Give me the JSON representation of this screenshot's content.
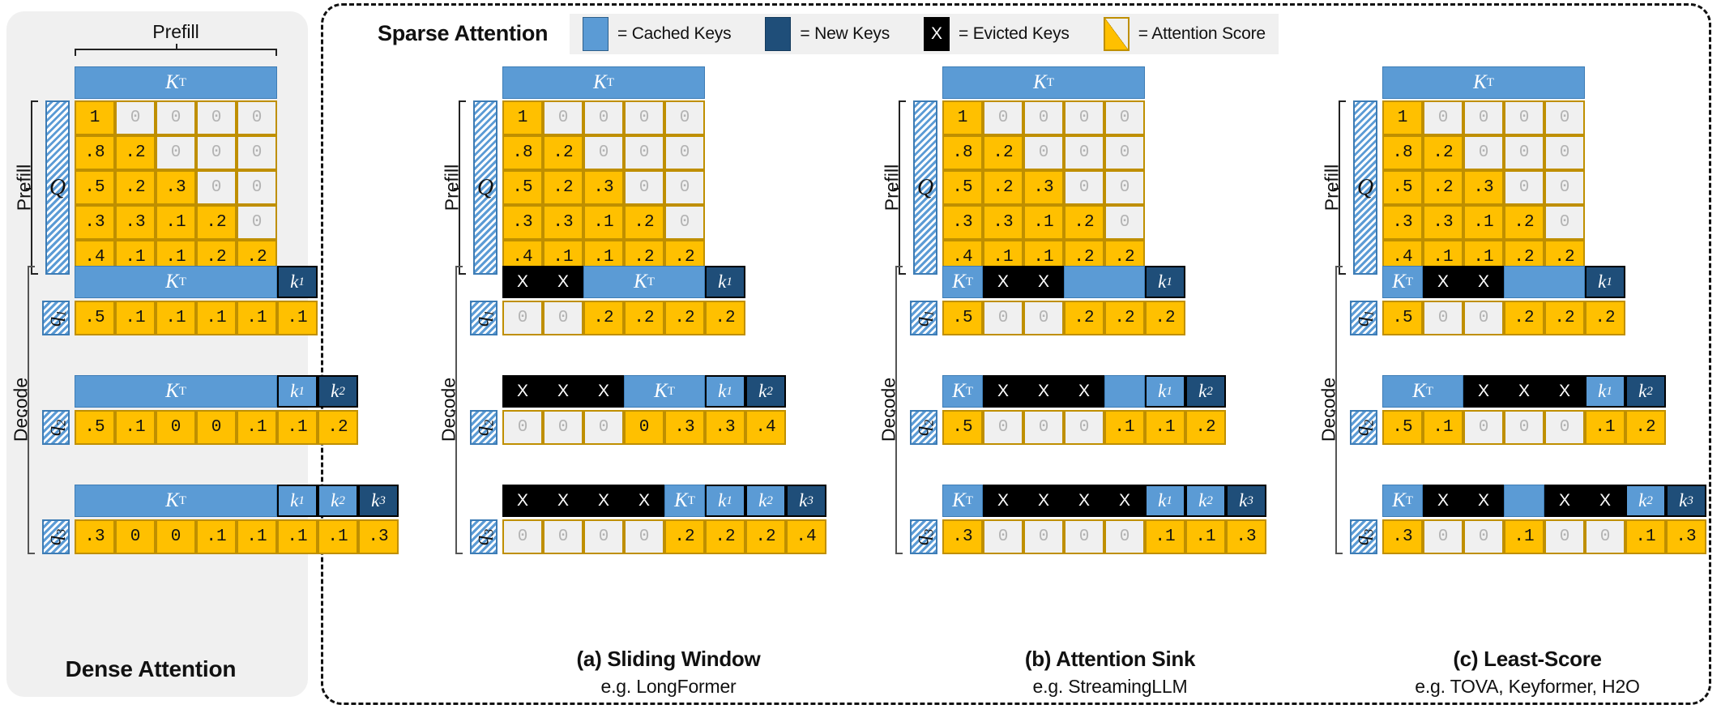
{
  "legend": {
    "title": "Sparse Attention",
    "items": [
      {
        "icon": "cached-keys-swatch",
        "label": "= Cached Keys",
        "color": "#5b9bd5"
      },
      {
        "icon": "new-keys-swatch",
        "label": "= New Keys",
        "color": "#1f4e79"
      },
      {
        "icon": "evicted-keys-swatch",
        "label": "= Evicted Keys",
        "glyph": "X",
        "color": "#000000"
      },
      {
        "icon": "attention-score-swatch",
        "label": "= Attention Score",
        "color": "#ffc000"
      }
    ]
  },
  "dense": {
    "caption": "Dense Attention",
    "prefill_top_label": "Prefill",
    "prefill_side_label": "Prefill",
    "decode_side_label": "Decode",
    "kt_label": "K",
    "kt_sup": "T",
    "q_label": "Q",
    "prefill_rows": [
      [
        "1",
        "0",
        "0",
        "0",
        "0"
      ],
      [
        ".8",
        ".2",
        "0",
        "0",
        "0"
      ],
      [
        ".5",
        ".2",
        ".3",
        "0",
        "0"
      ],
      [
        ".3",
        ".3",
        ".1",
        ".2",
        "0"
      ],
      [
        ".4",
        ".1",
        ".1",
        ".2",
        ".2"
      ]
    ],
    "prefill_mask": [
      [
        1,
        0,
        0,
        0,
        0
      ],
      [
        1,
        1,
        0,
        0,
        0
      ],
      [
        1,
        1,
        1,
        0,
        0
      ],
      [
        1,
        1,
        1,
        1,
        0
      ],
      [
        1,
        1,
        1,
        1,
        1
      ]
    ],
    "decode": [
      {
        "q": "q",
        "qsub": "1",
        "keys": [
          "cached",
          "cached",
          "cached",
          "cached",
          "cached",
          "new-k1"
        ],
        "key_labels": [
          "",
          "",
          "",
          "",
          "",
          "k1"
        ],
        "values": [
          ".5",
          ".1",
          ".1",
          ".1",
          ".1",
          ".1"
        ],
        "mask": [
          1,
          1,
          1,
          1,
          1,
          1
        ]
      },
      {
        "q": "q",
        "qsub": "2",
        "keys": [
          "cached",
          "cached",
          "cached",
          "cached",
          "cached",
          "cached-k1",
          "new-k2"
        ],
        "key_labels": [
          "",
          "",
          "",
          "",
          "",
          "k1",
          "k2"
        ],
        "values": [
          ".5",
          ".1",
          "0",
          "0",
          ".1",
          ".1",
          ".2"
        ],
        "mask": [
          1,
          1,
          1,
          1,
          1,
          1,
          1
        ]
      },
      {
        "q": "q",
        "qsub": "3",
        "keys": [
          "cached",
          "cached",
          "cached",
          "cached",
          "cached",
          "cached-k1",
          "cached-k2",
          "new-k3"
        ],
        "key_labels": [
          "",
          "",
          "",
          "",
          "",
          "k1",
          "k2",
          "k3"
        ],
        "values": [
          ".3",
          "0",
          "0",
          ".1",
          ".1",
          ".1",
          ".1",
          ".3"
        ],
        "mask": [
          1,
          1,
          1,
          1,
          1,
          1,
          1,
          1
        ]
      }
    ]
  },
  "panels": [
    {
      "id": "sliding-window",
      "caption_title": "(a) Sliding Window",
      "caption_sub": "e.g. LongFormer",
      "prefill_side_label": "Prefill",
      "decode_side_label": "Decode",
      "kt_label": "K",
      "kt_sup": "T",
      "q_label": "Q",
      "prefill_rows": [
        [
          "1",
          "0",
          "0",
          "0",
          "0"
        ],
        [
          ".8",
          ".2",
          "0",
          "0",
          "0"
        ],
        [
          ".5",
          ".2",
          ".3",
          "0",
          "0"
        ],
        [
          ".3",
          ".3",
          ".1",
          ".2",
          "0"
        ],
        [
          ".4",
          ".1",
          ".1",
          ".2",
          ".2"
        ]
      ],
      "prefill_mask": [
        [
          1,
          0,
          0,
          0,
          0
        ],
        [
          1,
          1,
          0,
          0,
          0
        ],
        [
          1,
          1,
          1,
          0,
          0
        ],
        [
          1,
          1,
          1,
          1,
          0
        ],
        [
          1,
          1,
          1,
          1,
          1
        ]
      ],
      "decode": [
        {
          "q": "q",
          "qsub": "1",
          "keys": [
            "evicted",
            "evicted",
            "cached",
            "cached",
            "cached",
            "new-k1"
          ],
          "key_labels": [
            "X",
            "X",
            "",
            "",
            "",
            "k1"
          ],
          "values": [
            "0",
            "0",
            ".2",
            ".2",
            ".2",
            ".2"
          ],
          "mask": [
            0,
            0,
            1,
            1,
            1,
            1
          ]
        },
        {
          "q": "q",
          "qsub": "2",
          "keys": [
            "evicted",
            "evicted",
            "evicted",
            "cached",
            "cached",
            "cached-k1",
            "new-k2"
          ],
          "key_labels": [
            "X",
            "X",
            "X",
            "",
            "",
            "k1",
            "k2"
          ],
          "values": [
            "0",
            "0",
            "0",
            "0",
            ".3",
            ".3",
            ".4"
          ],
          "mask": [
            0,
            0,
            0,
            1,
            1,
            1,
            1
          ]
        },
        {
          "q": "q",
          "qsub": "3",
          "keys": [
            "evicted",
            "evicted",
            "evicted",
            "evicted",
            "cached",
            "cached-k1",
            "cached-k2",
            "new-k3"
          ],
          "key_labels": [
            "X",
            "X",
            "X",
            "X",
            "",
            "k1",
            "k2",
            "k3"
          ],
          "values": [
            "0",
            "0",
            "0",
            "0",
            ".2",
            ".2",
            ".2",
            ".4"
          ],
          "mask": [
            0,
            0,
            0,
            0,
            1,
            1,
            1,
            1
          ]
        }
      ]
    },
    {
      "id": "attention-sink",
      "caption_title": "(b) Attention Sink",
      "caption_sub": "e.g. StreamingLLM",
      "prefill_side_label": "Prefill",
      "decode_side_label": "Decode",
      "kt_label": "K",
      "kt_sup": "T",
      "q_label": "Q",
      "prefill_rows": [
        [
          "1",
          "0",
          "0",
          "0",
          "0"
        ],
        [
          ".8",
          ".2",
          "0",
          "0",
          "0"
        ],
        [
          ".5",
          ".2",
          ".3",
          "0",
          "0"
        ],
        [
          ".3",
          ".3",
          ".1",
          ".2",
          "0"
        ],
        [
          ".4",
          ".1",
          ".1",
          ".2",
          ".2"
        ]
      ],
      "prefill_mask": [
        [
          1,
          0,
          0,
          0,
          0
        ],
        [
          1,
          1,
          0,
          0,
          0
        ],
        [
          1,
          1,
          1,
          0,
          0
        ],
        [
          1,
          1,
          1,
          1,
          0
        ],
        [
          1,
          1,
          1,
          1,
          1
        ]
      ],
      "decode": [
        {
          "q": "q",
          "qsub": "1",
          "keys": [
            "cached",
            "evicted",
            "evicted",
            "cached",
            "cached",
            "new-k1"
          ],
          "key_labels": [
            "",
            "X",
            "X",
            "",
            "",
            "k1"
          ],
          "values": [
            ".5",
            "0",
            "0",
            ".2",
            ".2",
            ".2"
          ],
          "mask": [
            1,
            0,
            0,
            1,
            1,
            1
          ]
        },
        {
          "q": "q",
          "qsub": "2",
          "keys": [
            "cached",
            "evicted",
            "evicted",
            "evicted",
            "cached",
            "cached-k1",
            "new-k2"
          ],
          "key_labels": [
            "",
            "X",
            "X",
            "X",
            "",
            "k1",
            "k2"
          ],
          "values": [
            ".5",
            "0",
            "0",
            "0",
            ".1",
            ".1",
            ".2"
          ],
          "mask": [
            1,
            0,
            0,
            0,
            1,
            1,
            1
          ]
        },
        {
          "q": "q",
          "qsub": "3",
          "keys": [
            "cached",
            "evicted",
            "evicted",
            "evicted",
            "evicted",
            "cached-k1",
            "cached-k2",
            "new-k3"
          ],
          "key_labels": [
            "",
            "X",
            "X",
            "X",
            "X",
            "k1",
            "k2",
            "k3"
          ],
          "values": [
            ".3",
            "0",
            "0",
            "0",
            "0",
            ".1",
            ".1",
            ".3"
          ],
          "mask": [
            1,
            0,
            0,
            0,
            0,
            1,
            1,
            1
          ]
        }
      ]
    },
    {
      "id": "least-score",
      "caption_title": "(c) Least-Score",
      "caption_sub": "e.g. TOVA, Keyformer, H2O",
      "prefill_side_label": "Prefill",
      "decode_side_label": "Decode",
      "kt_label": "K",
      "kt_sup": "T",
      "q_label": "Q",
      "prefill_rows": [
        [
          "1",
          "0",
          "0",
          "0",
          "0"
        ],
        [
          ".8",
          ".2",
          "0",
          "0",
          "0"
        ],
        [
          ".5",
          ".2",
          ".3",
          "0",
          "0"
        ],
        [
          ".3",
          ".3",
          ".1",
          ".2",
          "0"
        ],
        [
          ".4",
          ".1",
          ".1",
          ".2",
          ".2"
        ]
      ],
      "prefill_mask": [
        [
          1,
          0,
          0,
          0,
          0
        ],
        [
          1,
          1,
          0,
          0,
          0
        ],
        [
          1,
          1,
          1,
          0,
          0
        ],
        [
          1,
          1,
          1,
          1,
          0
        ],
        [
          1,
          1,
          1,
          1,
          1
        ]
      ],
      "decode": [
        {
          "q": "q",
          "qsub": "1",
          "keys": [
            "cached",
            "evicted",
            "evicted",
            "cached",
            "cached",
            "new-k1"
          ],
          "key_labels": [
            "",
            "X",
            "X",
            "",
            "",
            "k1"
          ],
          "values": [
            ".5",
            "0",
            "0",
            ".2",
            ".2",
            ".2"
          ],
          "mask": [
            1,
            0,
            0,
            1,
            1,
            1
          ]
        },
        {
          "q": "q",
          "qsub": "2",
          "keys": [
            "cached",
            "cached",
            "evicted",
            "evicted",
            "evicted",
            "cached-k1",
            "new-k2"
          ],
          "key_labels": [
            "",
            "",
            "X",
            "X",
            "X",
            "k1",
            "k2"
          ],
          "values": [
            ".5",
            ".1",
            "0",
            "0",
            "0",
            ".1",
            ".2"
          ],
          "mask": [
            1,
            1,
            0,
            0,
            0,
            1,
            1
          ]
        },
        {
          "q": "q",
          "qsub": "3",
          "keys": [
            "cached",
            "evicted",
            "evicted",
            "cached",
            "evicted",
            "evicted",
            "cached-k2",
            "new-k3"
          ],
          "key_labels": [
            "",
            "X",
            "X",
            "",
            "X",
            "X",
            "k2",
            "k3"
          ],
          "values": [
            ".3",
            "0",
            "0",
            ".1",
            "0",
            "0",
            ".1",
            ".3"
          ],
          "mask": [
            1,
            0,
            0,
            1,
            0,
            0,
            1,
            1
          ]
        }
      ]
    }
  ]
}
